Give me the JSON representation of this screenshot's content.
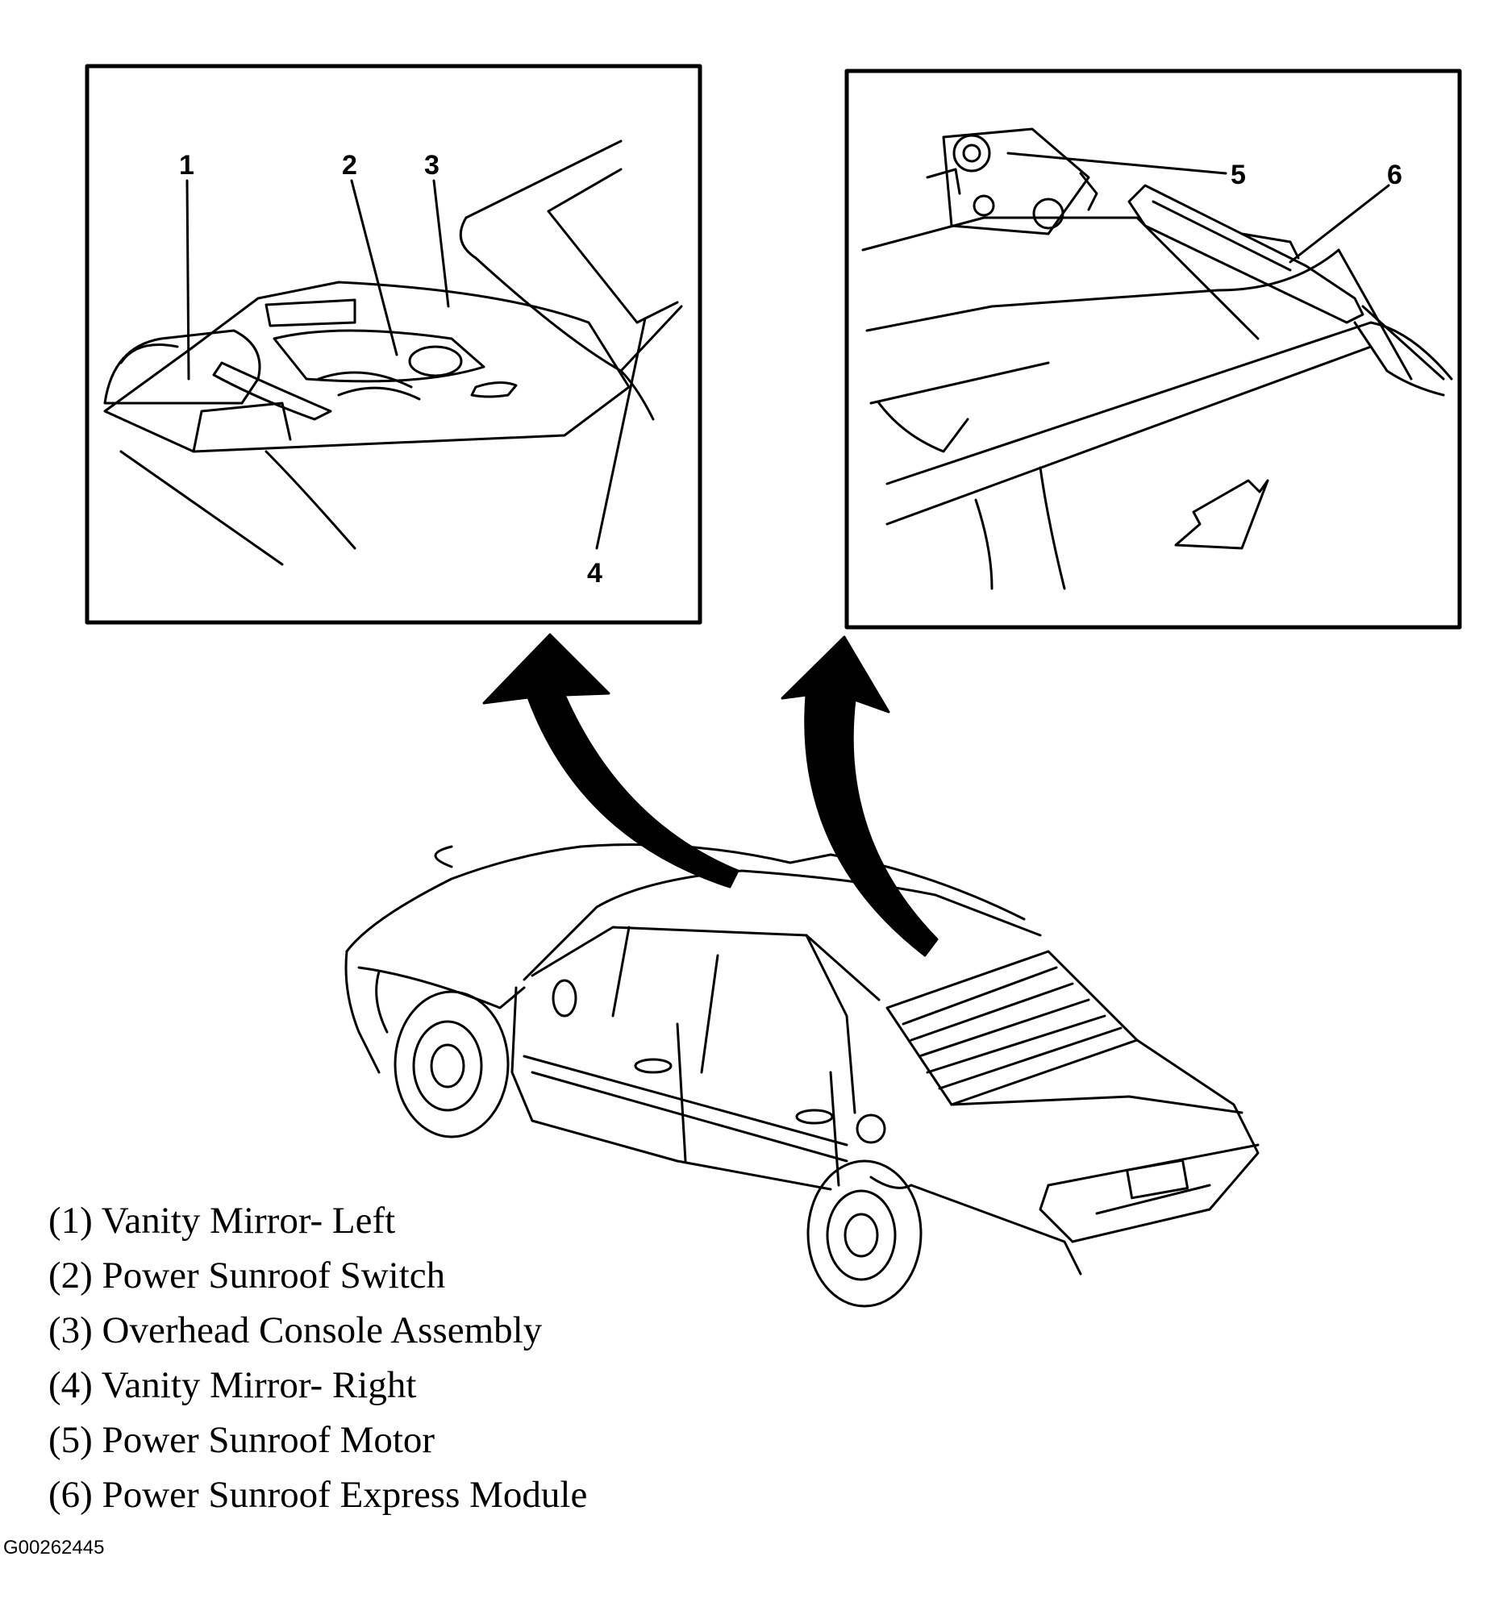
{
  "callouts": {
    "c1": "1",
    "c2": "2",
    "c3": "3",
    "c4": "4",
    "c5": "5",
    "c6": "6"
  },
  "legend": [
    "(1) Vanity Mirror- Left",
    "(2) Power Sunroof Switch",
    "(3) Overhead Console Assembly",
    "(4) Vanity Mirror- Right",
    "(5) Power Sunroof Motor",
    "(6) Power Sunroof Express Module"
  ],
  "figure_id": "G00262445",
  "colors": {
    "ink": "#000000",
    "paper": "#ffffff"
  }
}
